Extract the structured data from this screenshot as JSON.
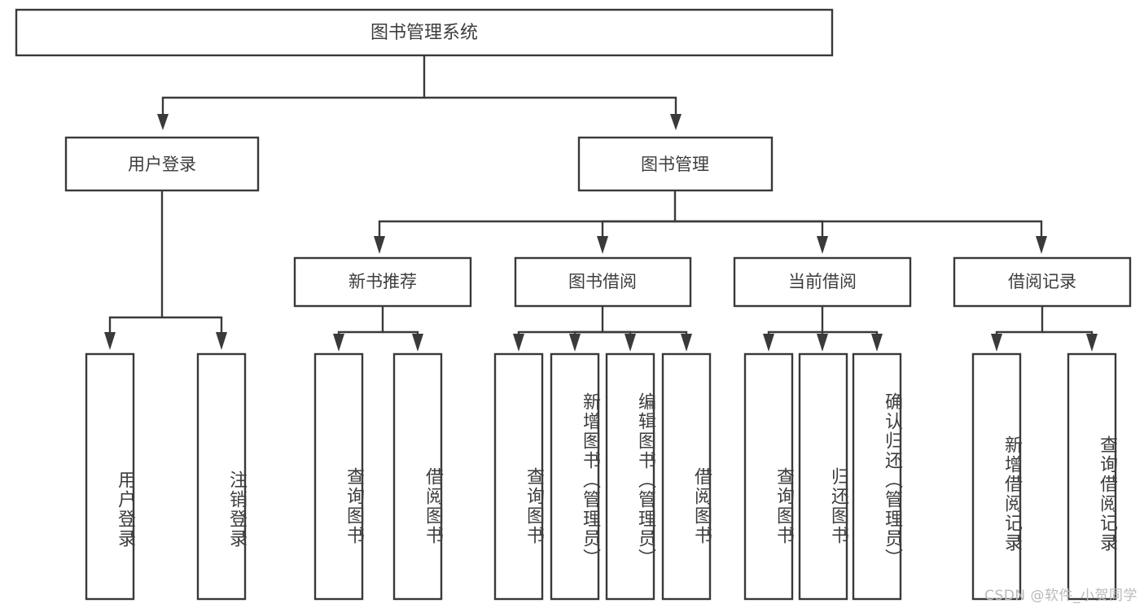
{
  "diagram": {
    "title": "图书管理系统",
    "type": "tree",
    "watermark": "CSDN @软件_小贺同学",
    "colors": {
      "stroke": "#393939",
      "text": "#3d3d3d",
      "background": "#ffffff",
      "watermark": "#b9b9b9"
    },
    "root": {
      "label": "图书管理系统"
    },
    "level1": [
      {
        "label": "用户登录"
      },
      {
        "label": "图书管理"
      }
    ],
    "level2": [
      {
        "label": "新书推荐"
      },
      {
        "label": "图书借阅"
      },
      {
        "label": "当前借阅"
      },
      {
        "label": "借阅记录"
      }
    ],
    "leaves": {
      "user_login": [
        {
          "label": "用户登录"
        },
        {
          "label": "注销登录"
        }
      ],
      "new_book_recommend": [
        {
          "label": "查询图书"
        },
        {
          "label": "借阅图书"
        }
      ],
      "book_borrow": [
        {
          "label": "查询图书"
        },
        {
          "label": "新增图书（管理员）"
        },
        {
          "label": "编辑图书（管理员）"
        },
        {
          "label": "借阅图书"
        }
      ],
      "current_borrow": [
        {
          "label": "查询图书"
        },
        {
          "label": "归还图书"
        },
        {
          "label": "确认归还（管理员）"
        }
      ],
      "borrow_record": [
        {
          "label": "新增借阅记录"
        },
        {
          "label": "查询借阅记录"
        }
      ]
    }
  }
}
